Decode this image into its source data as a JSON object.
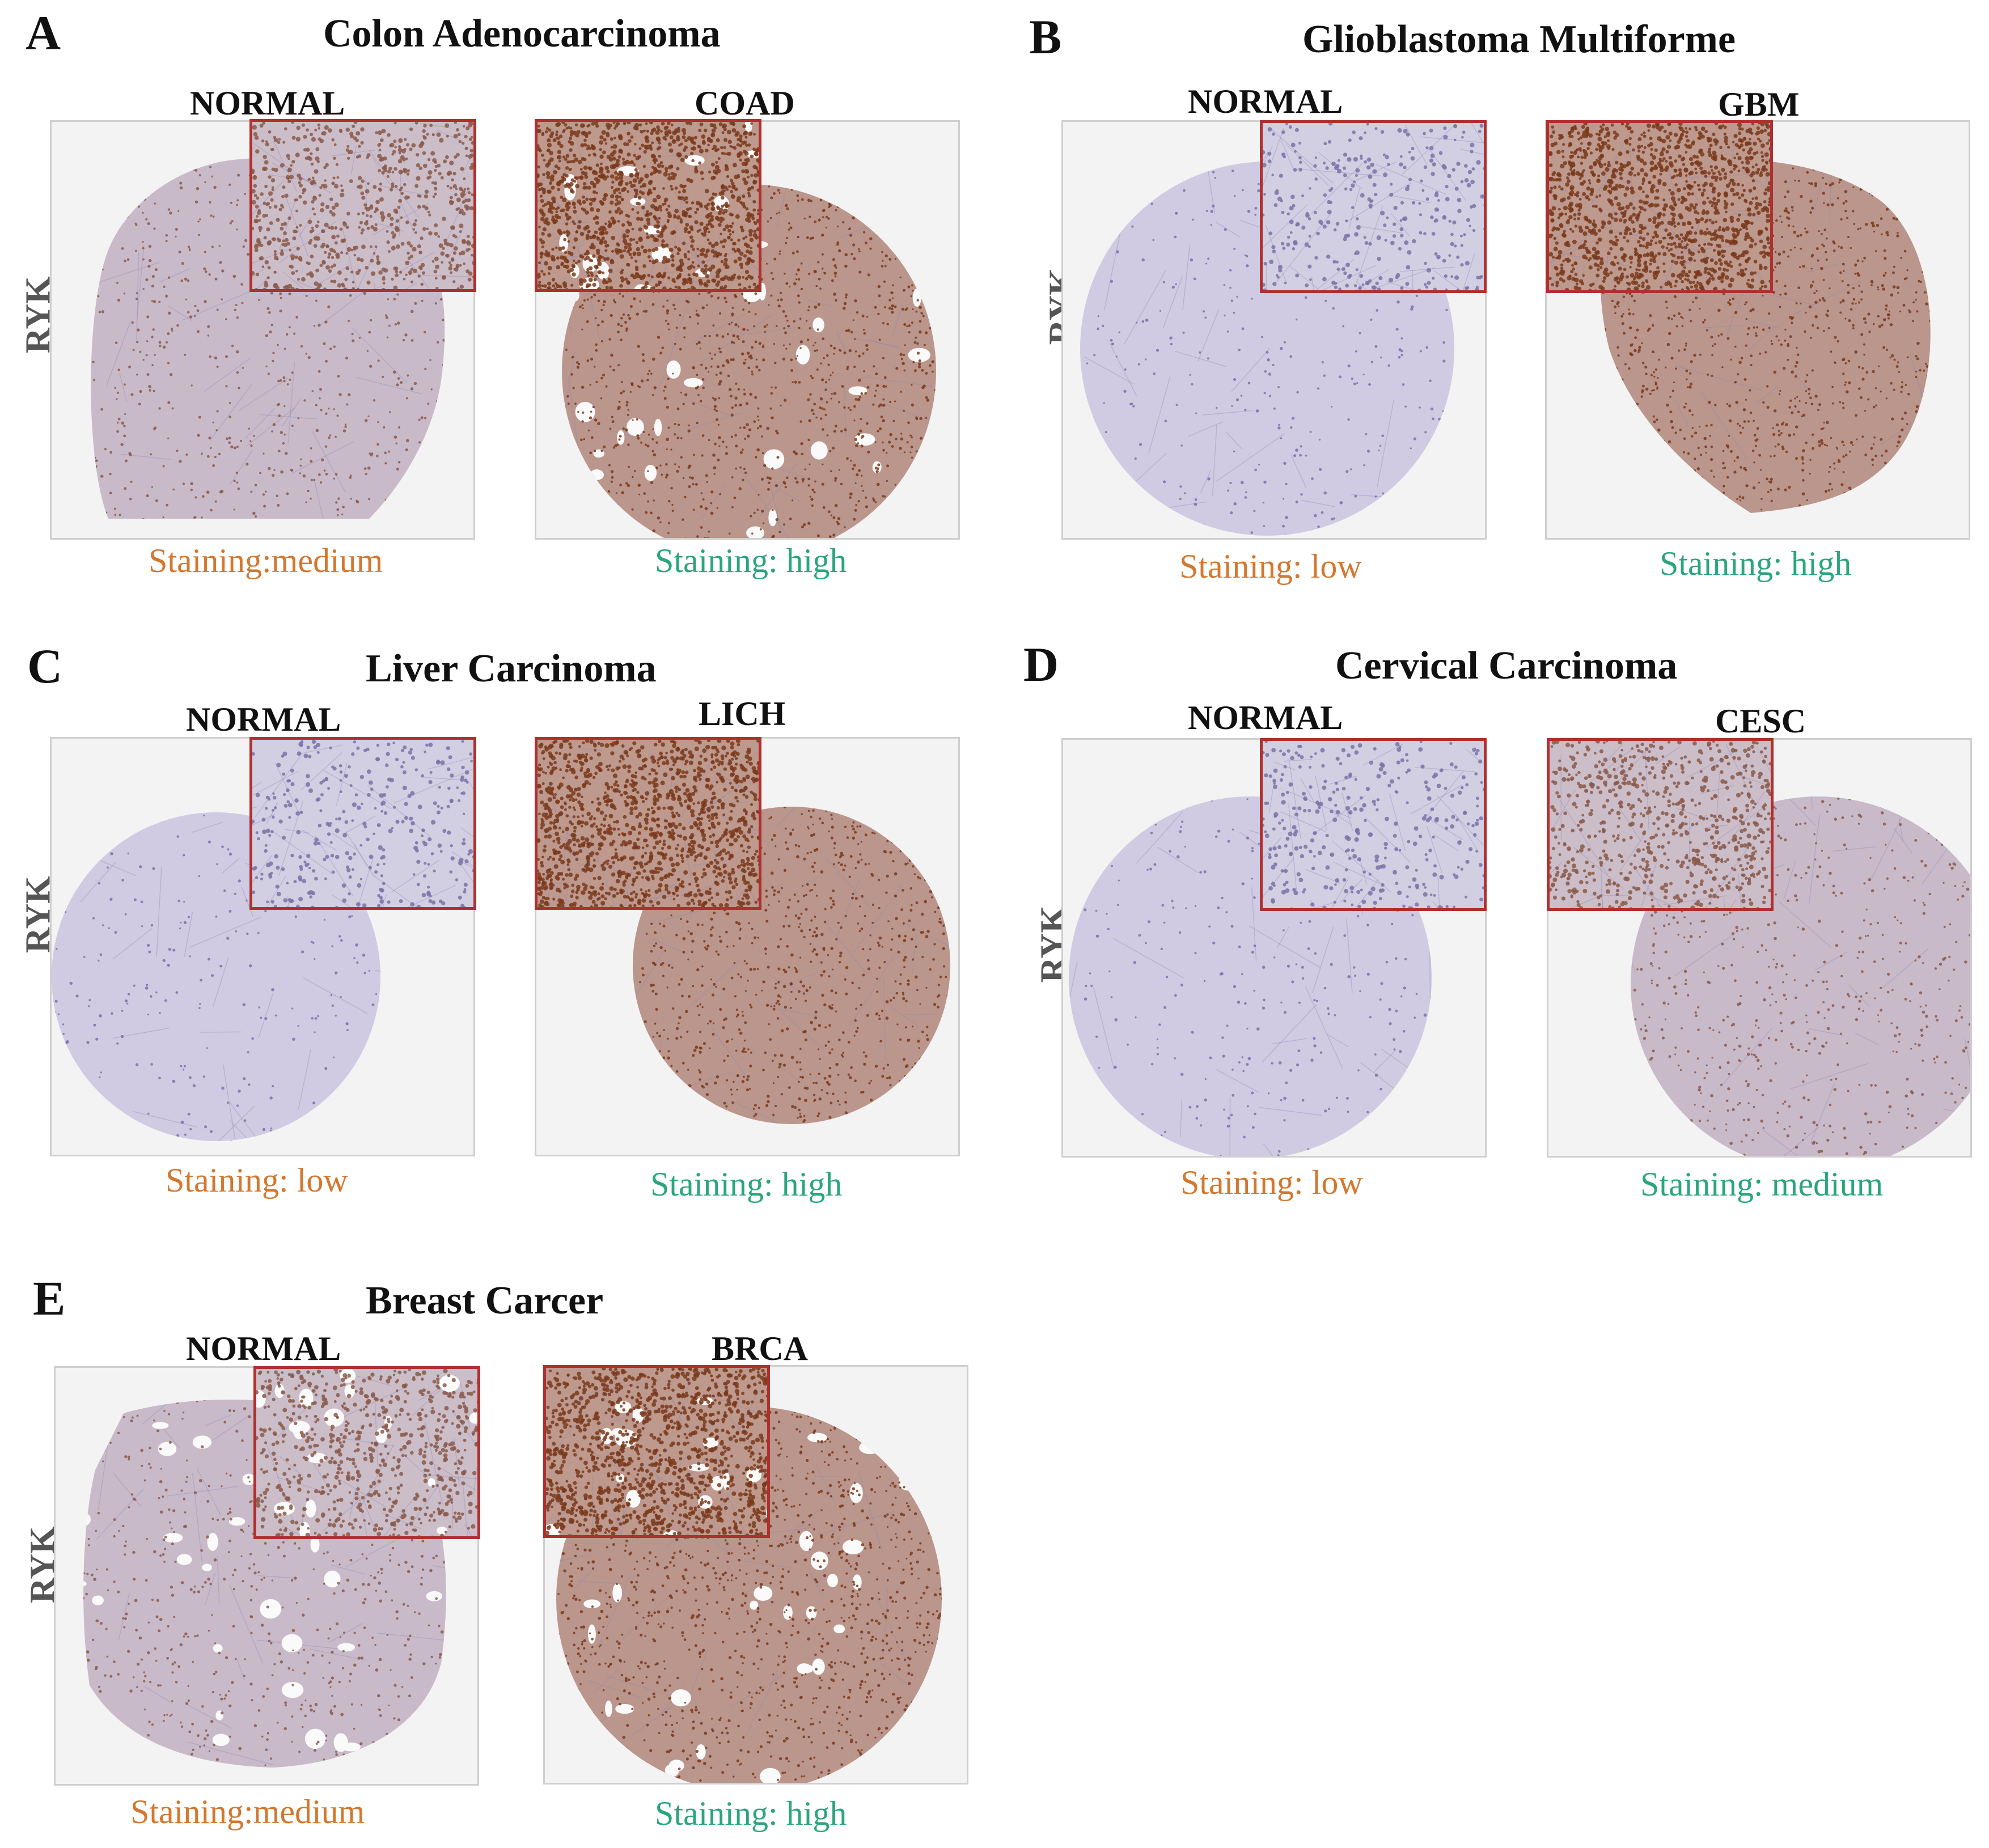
{
  "colors": {
    "normal_stain": "#d4782f",
    "tumor_stain": "#2ba57e",
    "inset_border": "#b03030",
    "tissue_low": "#b7b3d3",
    "tissue_medium": "#a88e9c",
    "tissue_high": "#9b5a3d"
  },
  "y_axis_label": "RYK",
  "panels": [
    {
      "letter": "A",
      "title": "Colon Adenocarcinoma",
      "normal": {
        "label": "NORMAL",
        "staining": "Staining:medium",
        "level": "medium",
        "tissue": "colon-normal"
      },
      "tumor": {
        "label": "COAD",
        "staining": "Staining: high",
        "level": "high",
        "tissue": "colon-tumor"
      }
    },
    {
      "letter": "B",
      "title": "Glioblastoma Multiforme",
      "normal": {
        "label": "NORMAL",
        "staining": "Staining: low",
        "level": "low",
        "tissue": "brain-normal"
      },
      "tumor": {
        "label": "GBM",
        "staining": "Staining: high",
        "level": "high",
        "tissue": "brain-tumor"
      }
    },
    {
      "letter": "C",
      "title": "Liver Carcinoma",
      "normal": {
        "label": "NORMAL",
        "staining": "Staining: low",
        "level": "low",
        "tissue": "liver-normal"
      },
      "tumor": {
        "label": "LICH",
        "staining": "Staining: high",
        "level": "high",
        "tissue": "liver-tumor"
      }
    },
    {
      "letter": "D",
      "title": "Cervical Carcinoma",
      "normal": {
        "label": "NORMAL",
        "staining": "Staining: low",
        "level": "low",
        "tissue": "cervix-normal"
      },
      "tumor": {
        "label": "CESC",
        "staining": "Staining: medium",
        "level": "medium",
        "tissue": "cervix-tumor"
      }
    },
    {
      "letter": "E",
      "title": "Breast Carcer",
      "normal": {
        "label": "NORMAL",
        "staining": "Staining:medium",
        "level": "medium",
        "tissue": "breast-normal"
      },
      "tumor": {
        "label": "BRCA",
        "staining": "Staining: high",
        "level": "high",
        "tissue": "breast-tumor"
      }
    }
  ]
}
